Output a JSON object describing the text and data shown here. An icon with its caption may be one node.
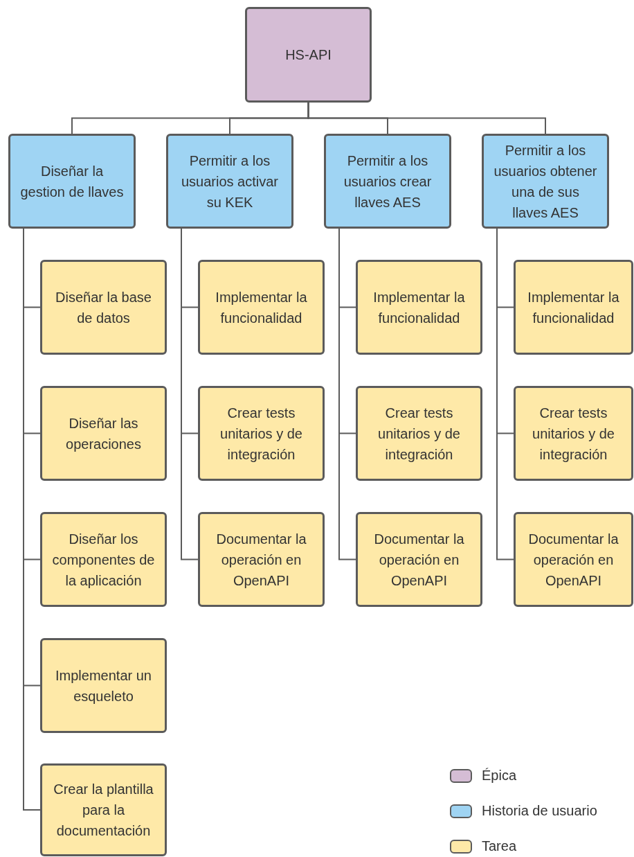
{
  "diagram": {
    "nodes": [
      {
        "text": [
          "HS-API"
        ]
      },
      {
        "text": [
          "Diseñar la gestion de llaves"
        ]
      },
      {
        "text": [
          "Permitir a los usuarios activar su KEK"
        ]
      },
      {
        "text": [
          "Permitir a los usuarios crear llaves AES"
        ]
      },
      {
        "text": [
          "Permitir a los usuarios obtener una de sus llaves AES"
        ]
      },
      {
        "text": [
          "Diseñar la base de datos"
        ]
      },
      {
        "text": [
          "Diseñar las operaciones"
        ]
      },
      {
        "text": [
          "Diseñar los componentes de la aplicación"
        ]
      },
      {
        "text": [
          "Implementar un esqueleto"
        ]
      },
      {
        "text": [
          "Crear la plantilla para la documentación"
        ]
      },
      {
        "text": [
          "Implementar la funcionalidad"
        ]
      },
      {
        "text": [
          "Crear tests unitarios y de integración"
        ]
      },
      {
        "text": [
          "Documentar la operación en OpenAPI"
        ]
      },
      {
        "text": [
          "Implementar la funcionalidad"
        ]
      },
      {
        "text": [
          "Crear tests unitarios y de integración"
        ]
      },
      {
        "text": [
          "Documentar la operación en OpenAPI"
        ]
      },
      {
        "text": [
          "Implementar la funcionalidad"
        ]
      },
      {
        "text": [
          "Crear tests unitarios y de integración"
        ]
      },
      {
        "text": [
          "Documentar la operación en OpenAPI"
        ]
      }
    ],
    "edges": [
      {
        "from": 0,
        "to": 1,
        "arrow": "none"
      },
      {
        "from": 0,
        "to": 2,
        "arrow": "none"
      },
      {
        "from": 0,
        "to": 3,
        "arrow": "none"
      },
      {
        "from": 0,
        "to": 4,
        "arrow": "none"
      },
      {
        "from": 1,
        "to": 5,
        "arrow": "none"
      },
      {
        "from": 1,
        "to": 6,
        "arrow": "none"
      },
      {
        "from": 1,
        "to": 7,
        "arrow": "none"
      },
      {
        "from": 1,
        "to": 8,
        "arrow": "none"
      },
      {
        "from": 1,
        "to": 9,
        "arrow": "none"
      },
      {
        "from": 2,
        "to": 10,
        "arrow": "none"
      },
      {
        "from": 2,
        "to": 11,
        "arrow": "none"
      },
      {
        "from": 2,
        "to": 12,
        "arrow": "none"
      },
      {
        "from": 3,
        "to": 13,
        "arrow": "none"
      },
      {
        "from": 3,
        "to": 14,
        "arrow": "none"
      },
      {
        "from": 3,
        "to": 15,
        "arrow": "none"
      },
      {
        "from": 4,
        "to": 16,
        "arrow": "none"
      },
      {
        "from": 4,
        "to": 17,
        "arrow": "none"
      },
      {
        "from": 4,
        "to": 18,
        "arrow": "none"
      }
    ],
    "legend": [
      {
        "text": "Épica",
        "color": "#d5bdd5"
      },
      {
        "text": "Historia de usuario",
        "color": "#9fd4f3"
      },
      {
        "text": "Tarea",
        "color": "#fee9a8"
      }
    ]
  }
}
